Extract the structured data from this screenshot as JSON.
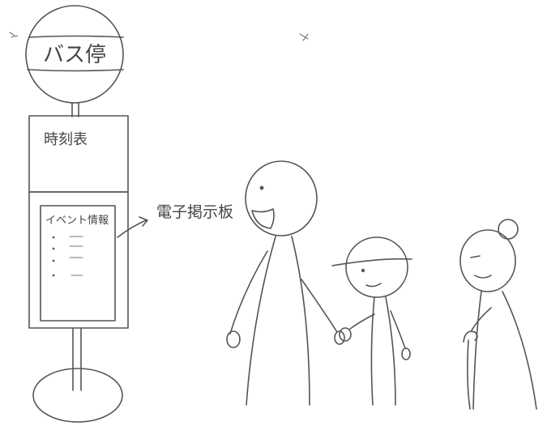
{
  "sign": {
    "label": "バス停"
  },
  "board": {
    "timetable_label": "時刻表",
    "event_label": "イベント情報"
  },
  "annotation": {
    "label": "電子掲示板"
  }
}
